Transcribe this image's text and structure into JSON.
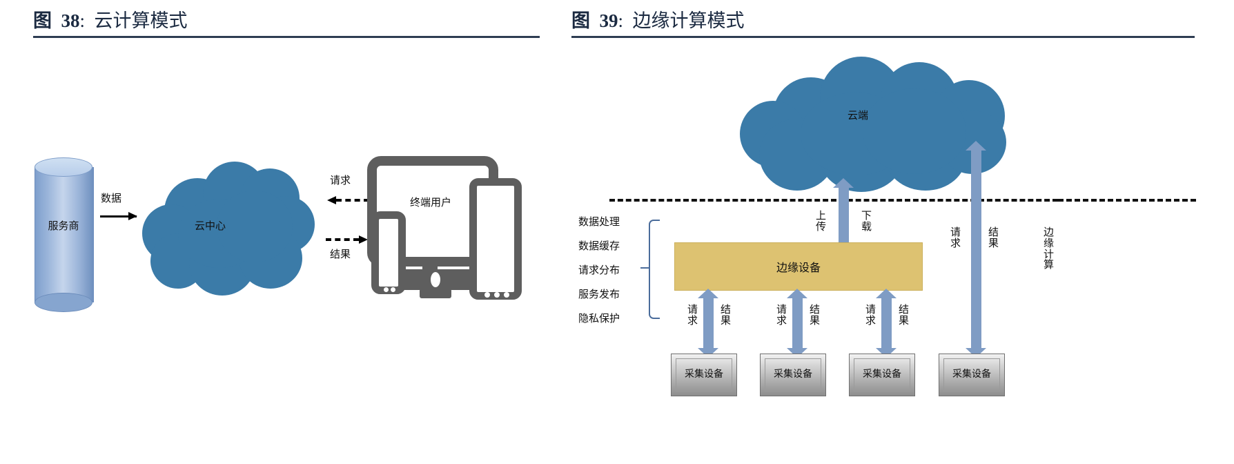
{
  "figures": [
    {
      "number": "38",
      "prefix": "图",
      "colon": ":",
      "title": "云计算模式",
      "nodes": {
        "provider": "服务商",
        "cloud": "云中心",
        "data_arrow": "数据",
        "request_arrow": "请求",
        "result_arrow": "结果",
        "end_user": "终端用户"
      }
    },
    {
      "number": "39",
      "prefix": "图",
      "colon": ":",
      "title": "边缘计算模式",
      "nodes": {
        "cloud": "云端",
        "upload": "上传",
        "download": "下载",
        "edge_device": "边缘设备",
        "edge_computing": "边缘计算",
        "request": "请求",
        "result": "结果",
        "collect_device": "采集设备"
      },
      "capabilities": [
        "数据处理",
        "数据缓存",
        "请求分布",
        "服务发布",
        "隐私保护"
      ],
      "collect_devices": [
        "采集设备",
        "采集设备",
        "采集设备",
        "采集设备"
      ],
      "edge_flows": [
        {
          "request": "请求",
          "result": "结果"
        },
        {
          "request": "请求",
          "result": "结果"
        },
        {
          "request": "请求",
          "result": "结果"
        }
      ],
      "cloud_direct_flow": {
        "request": "请求",
        "result": "结果"
      }
    }
  ],
  "colors": {
    "cloud_blue": "#3b7ba8",
    "cylinder_blue": "#9bb5da",
    "edge_gold": "#ddc271",
    "arrow_blue": "#7f9cc4",
    "device_grey": "#5e5e5e",
    "title_navy": "#1b2a41",
    "rule_navy": "#2e3d52"
  }
}
